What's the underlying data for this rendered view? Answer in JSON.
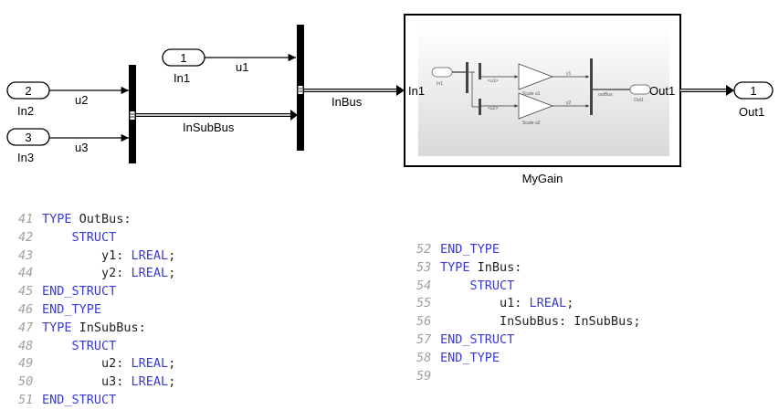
{
  "diagram": {
    "inports": [
      {
        "number": "1",
        "name": "In1",
        "signal": "u1"
      },
      {
        "number": "2",
        "name": "In2",
        "signal": "u2"
      },
      {
        "number": "3",
        "name": "In3",
        "signal": "u3"
      }
    ],
    "bus_signals": {
      "sub_bus": "InSubBus",
      "bus": "InBus"
    },
    "subsystem": {
      "name": "MyGain",
      "in_label": "In1",
      "out_label": "Out1",
      "inner": {
        "in_port": "In1",
        "sel1": "<u1>",
        "sel2": "<u2>",
        "gain1": "Scale u1",
        "gain2": "Scale u2",
        "y1": "y1",
        "y2": "y2",
        "bus_out": "outBus",
        "out_port": "Out1"
      }
    },
    "outport": {
      "number": "1",
      "name": "Out1"
    }
  },
  "code_left": [
    {
      "n": "41",
      "parts": [
        {
          "c": "kw",
          "t": "TYPE"
        },
        {
          "c": "tx",
          "t": " OutBus:"
        }
      ]
    },
    {
      "n": "42",
      "parts": [
        {
          "c": "kw",
          "t": "    STRUCT"
        }
      ]
    },
    {
      "n": "43",
      "parts": [
        {
          "c": "tx",
          "t": "        y1: "
        },
        {
          "c": "kw",
          "t": "LREAL"
        },
        {
          "c": "tx",
          "t": ";"
        }
      ]
    },
    {
      "n": "44",
      "parts": [
        {
          "c": "tx",
          "t": "        y2: "
        },
        {
          "c": "kw",
          "t": "LREAL"
        },
        {
          "c": "tx",
          "t": ";"
        }
      ]
    },
    {
      "n": "45",
      "parts": [
        {
          "c": "kw",
          "t": "END_STRUCT"
        }
      ]
    },
    {
      "n": "46",
      "parts": [
        {
          "c": "kw",
          "t": "END_TYPE"
        }
      ]
    },
    {
      "n": "47",
      "parts": [
        {
          "c": "kw",
          "t": "TYPE"
        },
        {
          "c": "tx",
          "t": " InSubBus:"
        }
      ]
    },
    {
      "n": "48",
      "parts": [
        {
          "c": "kw",
          "t": "    STRUCT"
        }
      ]
    },
    {
      "n": "49",
      "parts": [
        {
          "c": "tx",
          "t": "        u2: "
        },
        {
          "c": "kw",
          "t": "LREAL"
        },
        {
          "c": "tx",
          "t": ";"
        }
      ]
    },
    {
      "n": "50",
      "parts": [
        {
          "c": "tx",
          "t": "        u3: "
        },
        {
          "c": "kw",
          "t": "LREAL"
        },
        {
          "c": "tx",
          "t": ";"
        }
      ]
    },
    {
      "n": "51",
      "parts": [
        {
          "c": "kw",
          "t": "END_STRUCT"
        }
      ]
    }
  ],
  "code_right": [
    {
      "n": "52",
      "parts": [
        {
          "c": "kw",
          "t": "END_TYPE"
        }
      ]
    },
    {
      "n": "53",
      "parts": [
        {
          "c": "kw",
          "t": "TYPE"
        },
        {
          "c": "tx",
          "t": " InBus:"
        }
      ]
    },
    {
      "n": "54",
      "parts": [
        {
          "c": "kw",
          "t": "    STRUCT"
        }
      ]
    },
    {
      "n": "55",
      "parts": [
        {
          "c": "tx",
          "t": "        u1: "
        },
        {
          "c": "kw",
          "t": "LREAL"
        },
        {
          "c": "tx",
          "t": ";"
        }
      ]
    },
    {
      "n": "56",
      "parts": [
        {
          "c": "tx",
          "t": "        InSubBus: InSubBus;"
        }
      ]
    },
    {
      "n": "57",
      "parts": [
        {
          "c": "kw",
          "t": "END_STRUCT"
        }
      ]
    },
    {
      "n": "58",
      "parts": [
        {
          "c": "kw",
          "t": "END_TYPE"
        }
      ]
    },
    {
      "n": "59",
      "parts": []
    }
  ]
}
